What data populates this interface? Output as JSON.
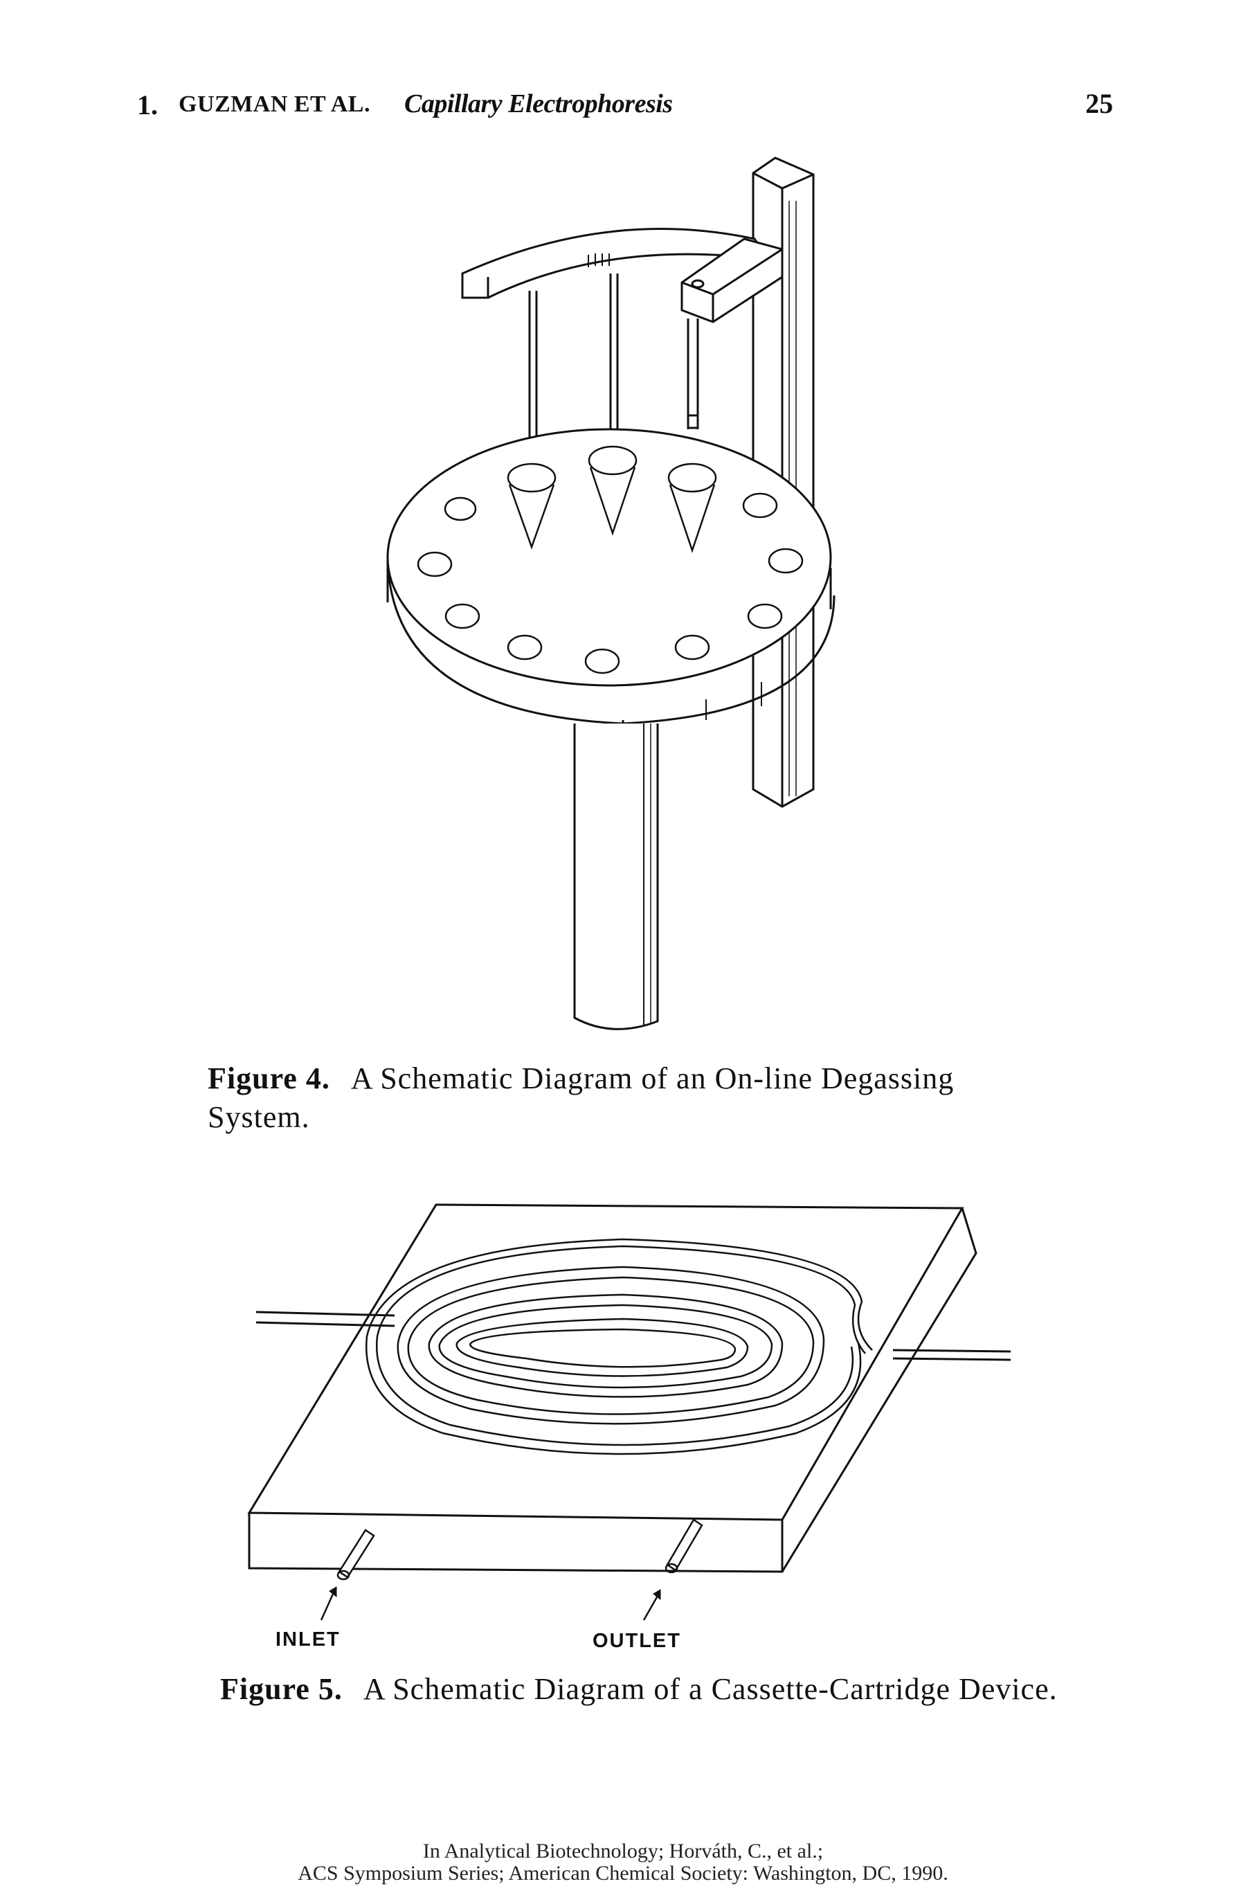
{
  "header": {
    "chapter_number": "1.",
    "authors": "GUZMAN ET AL.",
    "running_title": "Capillary Electrophoresis",
    "page_number": "25"
  },
  "figure4": {
    "label": "Figure 4.",
    "caption": "A Schematic Diagram of an On-line Degassing System."
  },
  "figure5": {
    "label": "Figure 5.",
    "caption": "A Schematic Diagram of a Cassette-Cartridge Device.",
    "inlet_label": "INLET",
    "outlet_label": "OUTLET"
  },
  "footer": {
    "line1": "In Analytical Biotechnology; Horváth, C., et al.;",
    "line2": "ACS Symposium Series; American Chemical Society: Washington, DC, 1990."
  }
}
